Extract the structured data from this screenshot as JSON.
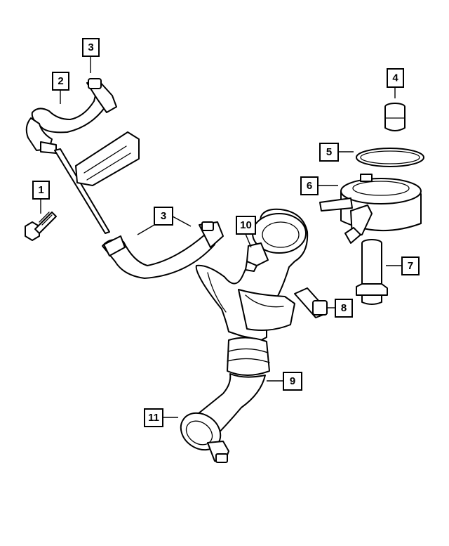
{
  "diagram": {
    "callouts": [
      {
        "id": "c1",
        "number": "1"
      },
      {
        "id": "c2",
        "number": "2"
      },
      {
        "id": "c3a",
        "number": "3"
      },
      {
        "id": "c3b",
        "number": "3"
      },
      {
        "id": "c4",
        "number": "4"
      },
      {
        "id": "c5",
        "number": "5"
      },
      {
        "id": "c6",
        "number": "6"
      },
      {
        "id": "c7",
        "number": "7"
      },
      {
        "id": "c8",
        "number": "8"
      },
      {
        "id": "c9",
        "number": "9"
      },
      {
        "id": "c10",
        "number": "10"
      },
      {
        "id": "c11",
        "number": "11"
      }
    ]
  }
}
